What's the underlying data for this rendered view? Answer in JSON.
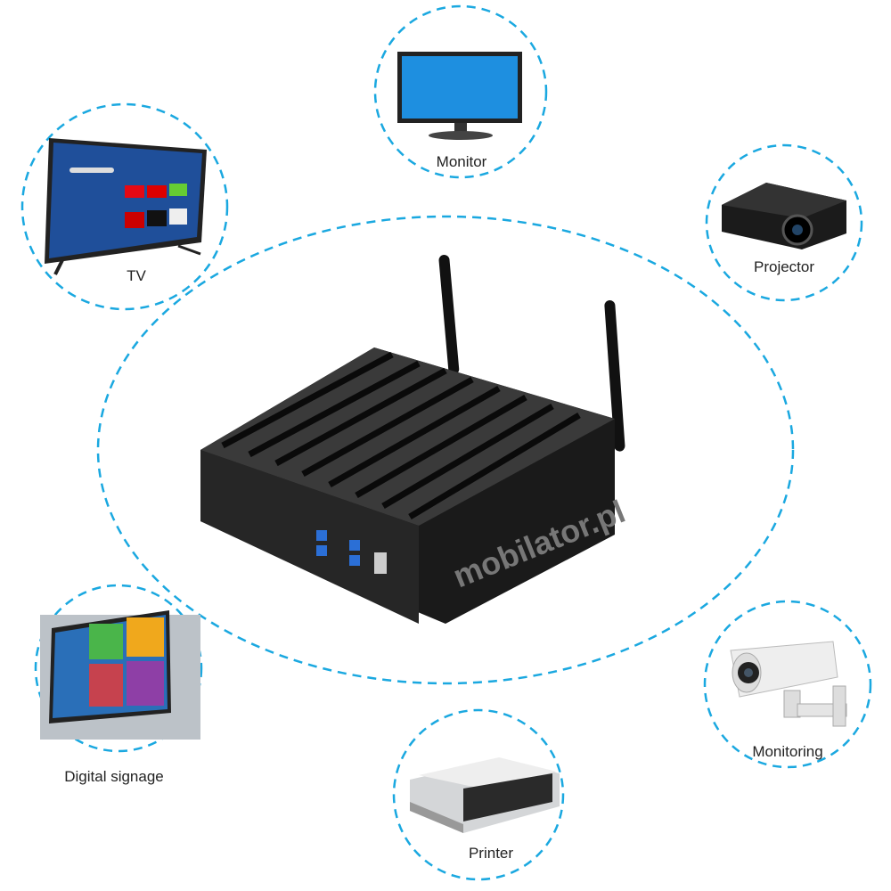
{
  "accent_color": "#1aa8e0",
  "center_device": {
    "logo": "mobilator.pl",
    "icon": "fanless-mini-pc-with-antennas"
  },
  "devices": [
    {
      "label": "TV",
      "icon": "tv-icon"
    },
    {
      "label": "Monitor",
      "icon": "monitor-icon"
    },
    {
      "label": "Projector",
      "icon": "projector-icon"
    },
    {
      "label": "Digital signage",
      "icon": "digital-signage-icon"
    },
    {
      "label": "Printer",
      "icon": "printer-icon"
    },
    {
      "label": "Monitoring",
      "icon": "cctv-camera-icon"
    }
  ]
}
